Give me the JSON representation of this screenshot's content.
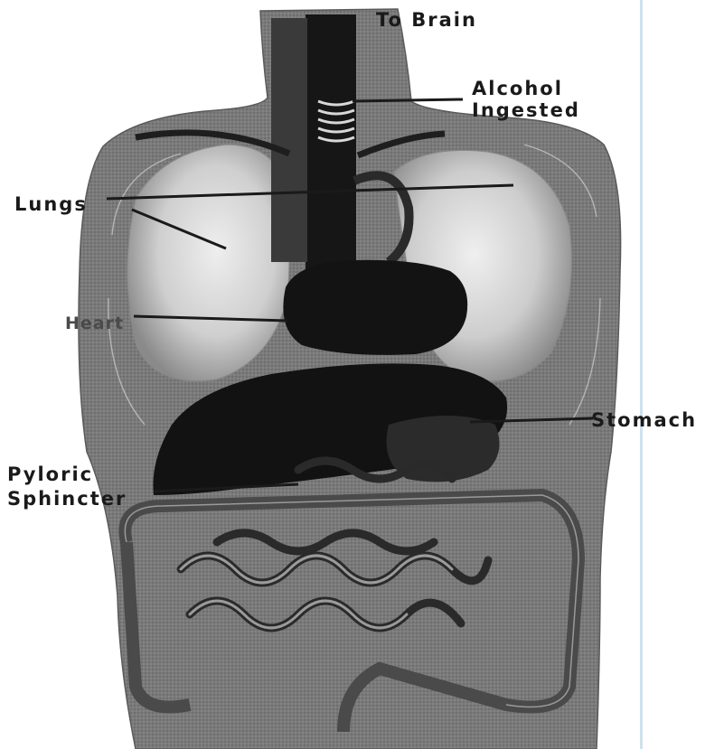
{
  "labels": {
    "to_brain": "To Brain",
    "alcohol_line1": "Alcohol",
    "alcohol_line2": "Ingested",
    "lungs": "Lungs",
    "heart": "Heart",
    "stomach": "Stomach",
    "pyloric_line1": "Pyloric",
    "pyloric_line2": "Sphincter"
  },
  "colors": {
    "body_fill": "#7d7d7d",
    "organ_dark": "#141414",
    "lung_light": "#d9d9d9",
    "label_text": "#1a1a1a"
  }
}
